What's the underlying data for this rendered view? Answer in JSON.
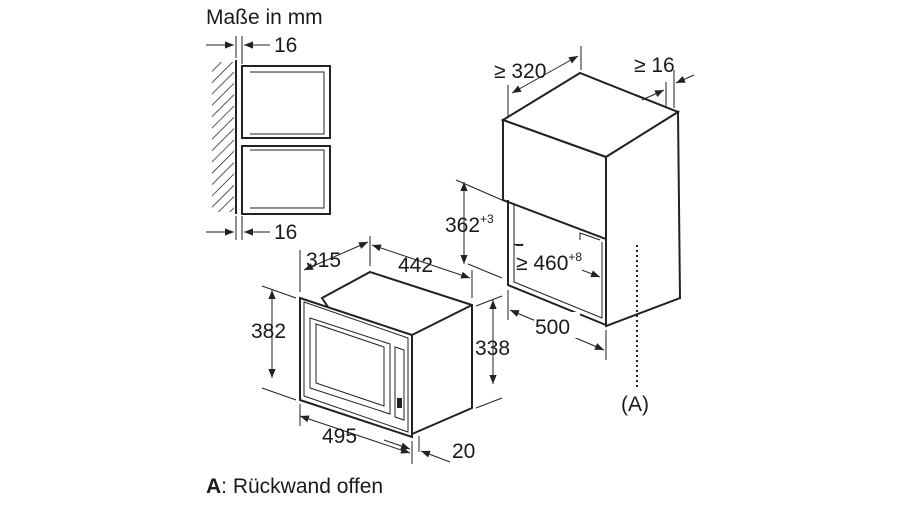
{
  "units_label": "Maße in mm",
  "wall_detail": {
    "top_gap": "16",
    "bottom_gap": "16"
  },
  "microwave": {
    "depth": "315",
    "width_top": "442",
    "height": "382",
    "body_height": "338",
    "width": "495",
    "frame_depth": "20"
  },
  "cabinet": {
    "min_depth": "≥ 320",
    "min_side": "≥ 16",
    "niche_height": "362",
    "niche_height_tol": "+3",
    "niche_width": "≥ 460",
    "niche_width_tol": "+8",
    "depth": "500",
    "marker": "(A)"
  },
  "legend": {
    "key": "A",
    "text": ": Rückwand offen"
  }
}
